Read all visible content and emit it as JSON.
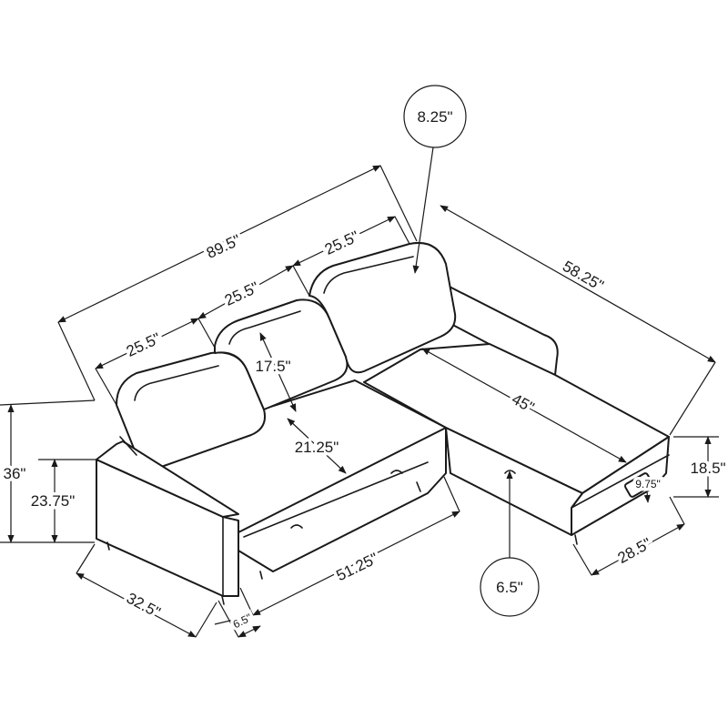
{
  "dimensions": {
    "total_length": "89.5\"",
    "seat_width_1": "25.5\"",
    "seat_width_2": "25.5\"",
    "seat_width_3": "25.5\"",
    "back_height": "17.5\"",
    "seat_depth": "21.25\"",
    "inner_width": "51.25\"",
    "chaise_length": "58.25\"",
    "chaise_seat_length": "45\"",
    "chaise_width": "28.5\"",
    "seat_height": "18.5\"",
    "drawer_height": "9.75\"",
    "overall_height": "36\"",
    "arm_height": "23.75\"",
    "overall_depth": "32.5\"",
    "arm_width": "6.5\"",
    "back_thickness": "8.25\"",
    "leg_height": "6.5\""
  },
  "colors": {
    "line": "#1a1a1a",
    "background": "#ffffff"
  }
}
